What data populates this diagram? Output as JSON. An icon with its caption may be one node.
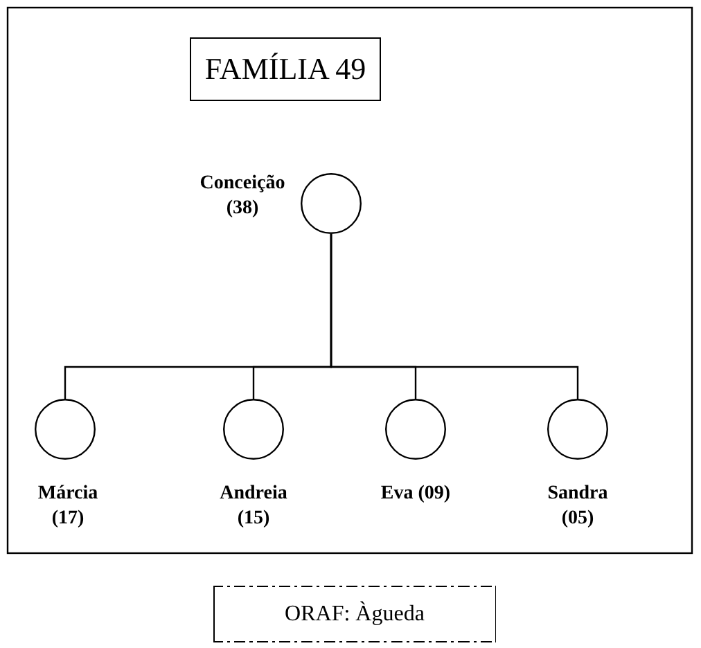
{
  "diagram": {
    "nodes": [
      {
        "text": [
          "FAMÍLIA 49"
        ]
      },
      {
        "text": [],
        "shape": "circle",
        "beside": [
          "Conceição (38)"
        ]
      },
      {
        "text": [],
        "shape": "circle",
        "beside": [
          "Márcia (17)"
        ]
      },
      {
        "text": [],
        "shape": "circle",
        "beside": [
          "Andreia (15)"
        ]
      },
      {
        "text": [],
        "shape": "circle",
        "beside": [
          "Eva (09)"
        ]
      },
      {
        "text": [],
        "shape": "circle",
        "beside": [
          "Sandra (05)"
        ]
      },
      {
        "text": [
          "ORAF: Àgueda"
        ]
      }
    ],
    "edges": [
      {
        "from": 1,
        "to": 2,
        "arrow": "none"
      },
      {
        "from": 1,
        "to": 3,
        "arrow": "none"
      },
      {
        "from": 1,
        "to": 4,
        "arrow": "none"
      },
      {
        "from": 1,
        "to": 5,
        "arrow": "none"
      }
    ]
  }
}
